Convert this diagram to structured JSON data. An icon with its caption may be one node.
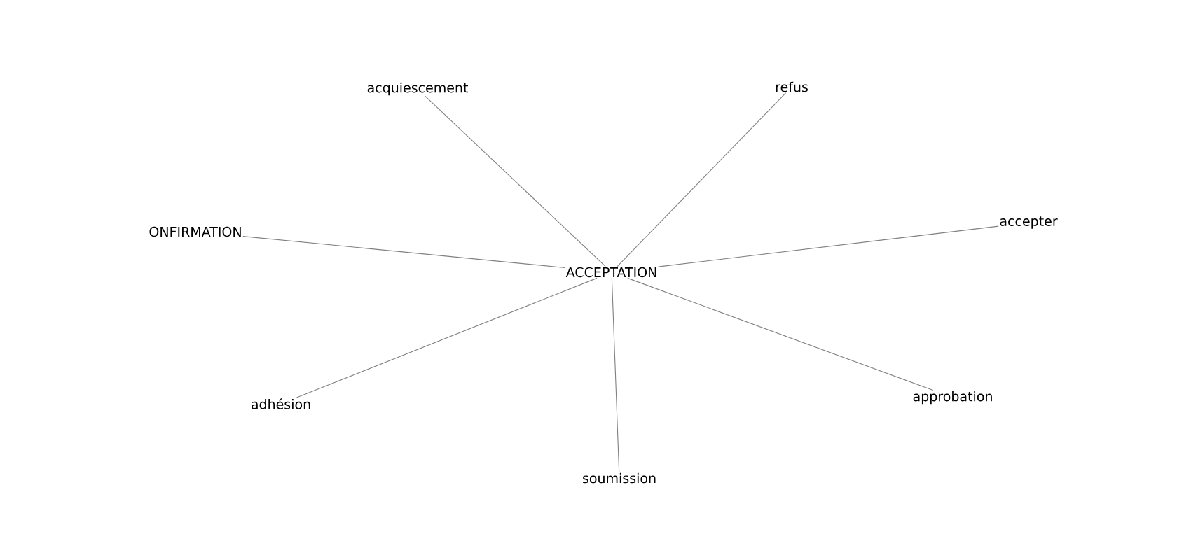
{
  "diagram": {
    "nodes": [
      {
        "text": [
          "ACCEPTATION"
        ]
      },
      {
        "text": [
          "acquiescement"
        ]
      },
      {
        "text": [
          "refus"
        ]
      },
      {
        "text": [
          "accepter"
        ]
      },
      {
        "text": [
          "ONFIRMATION"
        ]
      },
      {
        "text": [
          "approbation"
        ]
      },
      {
        "text": [
          "adhésion"
        ]
      },
      {
        "text": [
          "soumission"
        ]
      }
    ],
    "edges": [
      {
        "from": 0,
        "to": 1,
        "arrow": "none"
      },
      {
        "from": 0,
        "to": 2,
        "arrow": "none"
      },
      {
        "from": 0,
        "to": 3,
        "arrow": "none"
      },
      {
        "from": 0,
        "to": 4,
        "arrow": "none"
      },
      {
        "from": 0,
        "to": 5,
        "arrow": "none"
      },
      {
        "from": 0,
        "to": 6,
        "arrow": "none"
      },
      {
        "from": 0,
        "to": 7,
        "arrow": "none"
      }
    ]
  }
}
